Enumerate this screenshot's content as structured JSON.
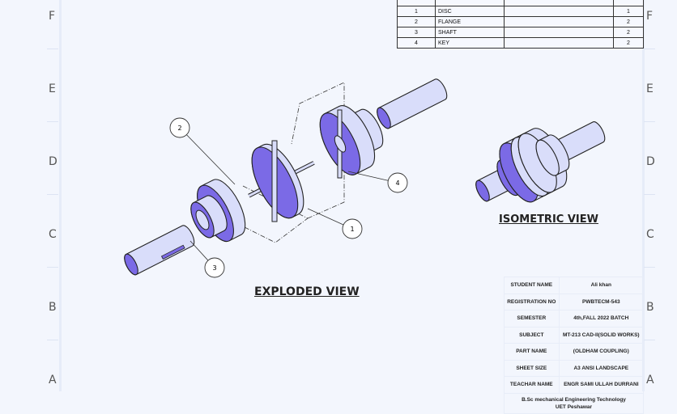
{
  "zones_left": [
    "F",
    "E",
    "D",
    "C",
    "B",
    "A"
  ],
  "zones_right": [
    "F",
    "E",
    "D",
    "C",
    "B",
    "A"
  ],
  "bom": {
    "rows": [
      {
        "item": "1",
        "part": "DISC",
        "desc": "",
        "qty": "1"
      },
      {
        "item": "2",
        "part": "FLANGE",
        "desc": "",
        "qty": "2"
      },
      {
        "item": "3",
        "part": "SHAFT",
        "desc": "",
        "qty": "2"
      },
      {
        "item": "4",
        "part": "KEY",
        "desc": "",
        "qty": "2"
      }
    ]
  },
  "views": {
    "exploded": "EXPLODED VIEW",
    "isometric": "ISOMETRIC VIEW"
  },
  "balloons": [
    "1",
    "2",
    "3",
    "4"
  ],
  "title_block": {
    "rows": [
      {
        "label": "STUDENT NAME",
        "value": "Ali khan"
      },
      {
        "label": "REGISTRATION NO",
        "value": "PWBTECM-543"
      },
      {
        "label": "SEMESTER",
        "value": "4th,FALL 2022 BATCH"
      },
      {
        "label": "SUBJECT",
        "value": "MT-213 CAD-II(SOLID WORKS)"
      },
      {
        "label": "PART NAME",
        "value": "(OLDHAM COUPLING)"
      },
      {
        "label": "SHEET SIZE",
        "value": "A3 ANSI LANDSCAPE"
      },
      {
        "label": "TEACHAR NAME",
        "value": "ENGR SAMI ULLAH DURRANI"
      }
    ],
    "footer_line1": "B.Sc mechanical Engineering Technology",
    "footer_line2": "UET Peshawar"
  },
  "colors": {
    "face": "#7b6ae6",
    "body": "#d9ddfa",
    "line": "#222222",
    "background": "#f3f6fd"
  }
}
